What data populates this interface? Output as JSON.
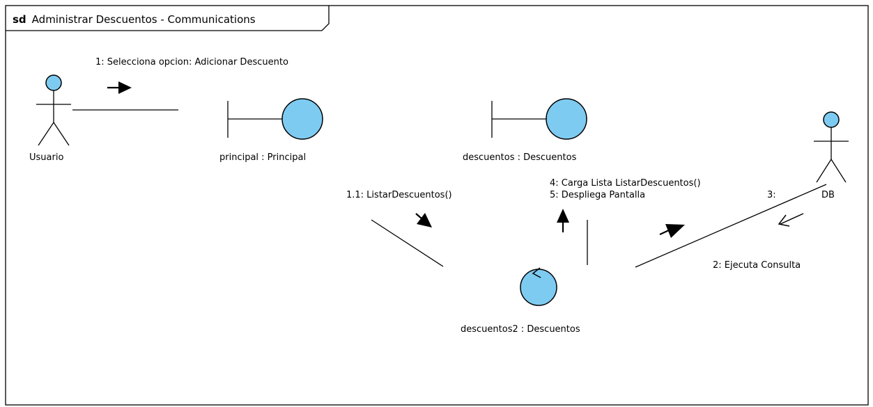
{
  "frame": {
    "keyword": "sd",
    "title": "Administrar Descuentos - Communications"
  },
  "actors": {
    "usuario": "Usuario",
    "db": "DB"
  },
  "objects": {
    "principal": "principal : Principal",
    "descuentos": "descuentos : Descuentos",
    "descuentos2": "descuentos2 : Descuentos"
  },
  "messages": {
    "m1": "1: Selecciona opcion: Adicionar Descuento",
    "m1_1": "1.1: ListarDescuentos()",
    "m4": "4: Carga Lista ListarDescuentos()",
    "m5": "5: Despliega Pantalla",
    "m3": "3:",
    "m2": "2: Ejecuta Consulta"
  },
  "colors": {
    "object_fill": "#7ecbf2",
    "line": "#000000",
    "background": "#ffffff"
  }
}
